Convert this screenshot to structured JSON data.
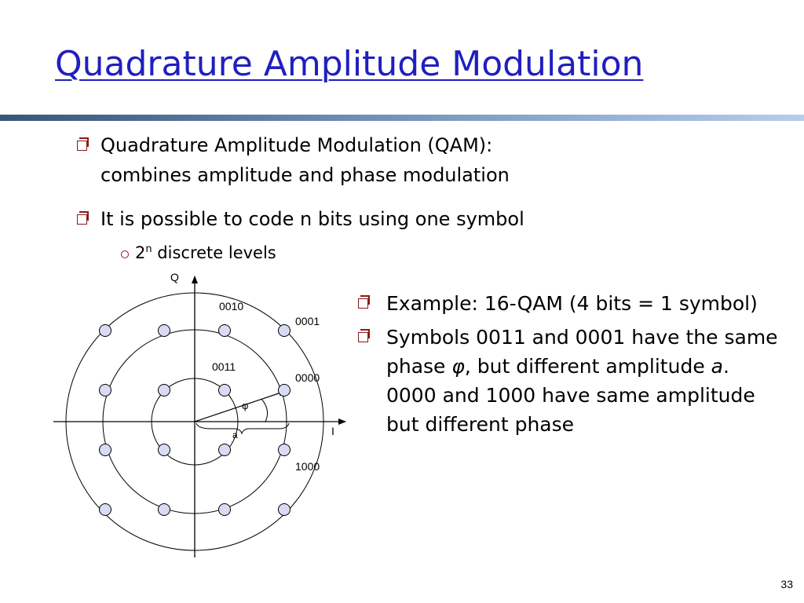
{
  "slide": {
    "title": "Quadrature Amplitude Modulation",
    "page_number": "33"
  },
  "bullets": [
    {
      "line1": "Quadrature Amplitude Modulation (QAM):",
      "line2": "combines amplitude and phase modulation"
    },
    {
      "line1": "It is possible to code n bits using one symbol"
    }
  ],
  "sub_bullet": {
    "base": "2",
    "superscript": "n",
    "text": " discrete levels"
  },
  "right_bullets": [
    {
      "text": "Example: 16-QAM (4 bits = 1 symbol)"
    },
    {
      "pre": "Symbols 0011 and 0001 have the same phase ",
      "phi": "φ",
      "mid": ", but different amplitude ",
      "amp": "a",
      "post": ". 0000 and 1000 have same amplitude but different phase"
    }
  ],
  "diagram": {
    "axis_q": "Q",
    "axis_i": "I",
    "phase_symbol": "φ",
    "amplitude_symbol": "a",
    "point_labels": {
      "p0010": "0010",
      "p0001": "0001",
      "p0011": "0011",
      "p0000": "0000",
      "p1000": "1000"
    },
    "colors": {
      "point_fill": "#d9dbf5",
      "stroke": "#000000"
    }
  },
  "colors": {
    "title": "#1f1fbf",
    "bullet_marker": "#8b1a1a"
  }
}
